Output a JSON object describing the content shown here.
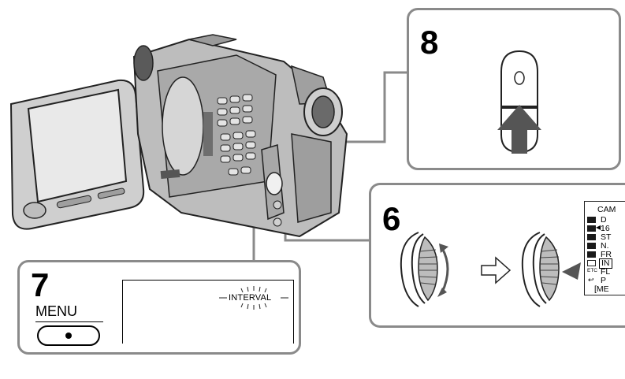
{
  "steps": {
    "eight": {
      "number": "8"
    },
    "six": {
      "number": "6"
    },
    "seven": {
      "number": "7",
      "button_label": "MENU"
    }
  },
  "lcd": {
    "blinking_text": "INTERVAL"
  },
  "menu_screen": {
    "header": "CAM",
    "items": [
      "D",
      "16",
      "ST",
      "N.",
      "FR",
      "IN",
      "FL",
      "P"
    ],
    "footer": "[ME",
    "etc_label": "ETC"
  }
}
